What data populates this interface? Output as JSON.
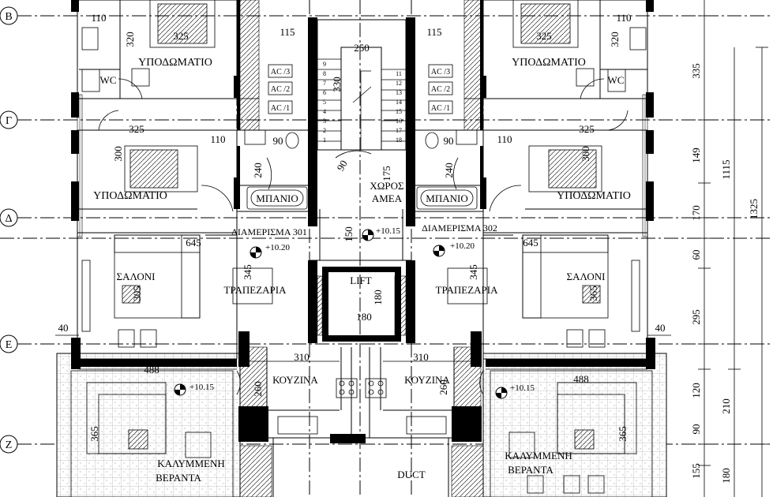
{
  "floor_plan": {
    "grid_axes": [
      "Β",
      "Γ",
      "Δ",
      "Ε",
      "Ζ"
    ],
    "rooms": {
      "bedroom": "ΥΠΟΔΩΜΑΤΙΟ",
      "wc": "WC",
      "bathroom": "ΜΠΑΝΙΟ",
      "common_area": "ΧΩΡΟΣ\nΑΜΕΑ",
      "apartment_left": "ΔΙΑΜΕΡΙΣΜΑ 301",
      "apartment_right": "ΔΙΑΜΕΡΙΣΜΑ 302",
      "living_room": "ΣΑΛΟΝΙ",
      "dining": "ΤΡΑΠΕΖΑΡΙΑ",
      "lift": "LIFT",
      "kitchen": "ΚΟΥΖΙΝΑ",
      "veranda_line1": "ΚΑΛΥΜΜΕΝΗ",
      "veranda_line2": "ΒΕΡΑΝΤΑ",
      "duct": "DUCT"
    },
    "ac_labels": [
      "AC /3",
      "AC /2",
      "AC /1"
    ],
    "levels": [
      "+10.15",
      "+10.20"
    ],
    "right_dimensions": [
      "335",
      "149",
      "170",
      "60",
      "295",
      "120",
      "90",
      "155",
      "1115",
      "210",
      "180",
      "1325"
    ],
    "room_dimensions": {
      "d110": "110",
      "d320": "320",
      "d325": "325",
      "d115": "115",
      "d250": "250",
      "d330": "330",
      "d300": "300",
      "d90": "90",
      "d240": "240",
      "d175": "175",
      "d150": "150",
      "d645": "645",
      "d345": "345",
      "d365": "365",
      "d180": "180",
      "d40": "40",
      "d310": "310",
      "d260": "260",
      "d488": "488",
      "d305": "305"
    },
    "stair_numbers_left": [
      "9",
      "8",
      "7",
      "6",
      "5",
      "4",
      "3",
      "2",
      "1"
    ],
    "stair_numbers_right": [
      "11",
      "12",
      "13",
      "14",
      "15",
      "16",
      "17",
      "18"
    ]
  }
}
